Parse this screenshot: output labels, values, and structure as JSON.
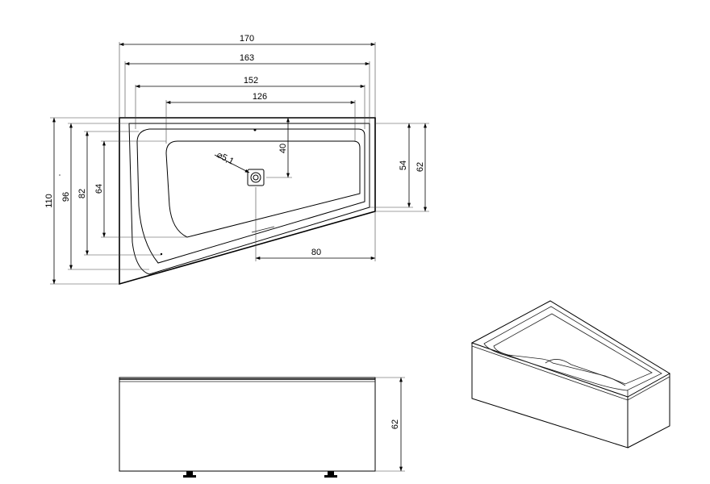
{
  "plan_view": {
    "dimensions": {
      "total_length": "170",
      "outer_length": "163",
      "inner_length": "152",
      "basin_length": "126",
      "drain_offset_x": "80",
      "drain_offset_y": "40",
      "drain_diameter": "⌀5,1",
      "total_width": "110",
      "outer_width": "96",
      "inner_width": "82",
      "basin_width": "64",
      "narrow_inner_width": "54",
      "narrow_outer_width": "62"
    }
  },
  "side_view": {
    "dimensions": {
      "height": "62"
    }
  },
  "colors": {
    "line": "#000000",
    "background": "#ffffff"
  }
}
